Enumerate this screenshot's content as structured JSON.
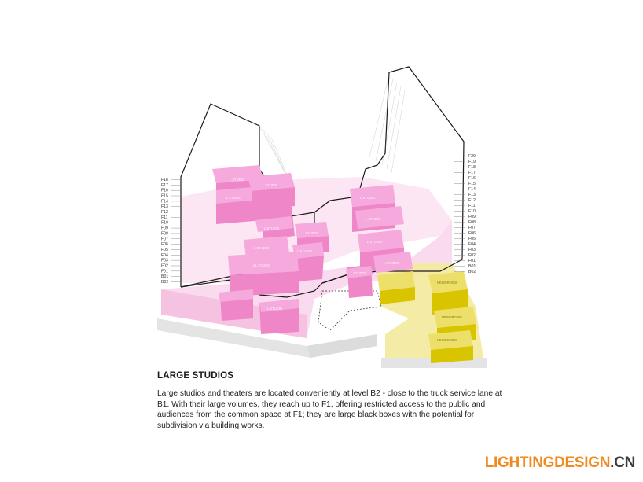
{
  "caption": {
    "title": "LARGE STUDIOS",
    "body": "Large studios and theaters are located conveniently at level B2 - close to the truck service lane at B1. With their large volumes, they reach up to F1, offering restricted access to the public and audiences from the common space at F1; they are large black boxes with the potential for subdivision via building works."
  },
  "watermark": {
    "main": "LIGHTINGDESIGN",
    "tld": ".CN"
  },
  "floors_left": [
    "F18",
    "F17",
    "F16",
    "F15",
    "F14",
    "F13",
    "F12",
    "F11",
    "F10",
    "F09",
    "F08",
    "F07",
    "F06",
    "F05",
    "F04",
    "F03",
    "F02",
    "F01",
    "B01",
    "B02"
  ],
  "floors_right": [
    "F20",
    "F19",
    "F18",
    "F17",
    "F16",
    "F15",
    "F14",
    "F13",
    "F12",
    "F11",
    "F10",
    "F09",
    "F08",
    "F07",
    "F06",
    "F05",
    "F04",
    "F03",
    "F02",
    "F01",
    "B01",
    "B02"
  ],
  "rooms": {
    "pink": [
      "L STUDIO",
      "L STUDIO",
      "L STUDIO",
      "L STUDIO",
      "L STUDIO",
      "L STUDIO",
      "L STUDIO",
      "L STUDIO",
      "L STUDIO",
      "L STUDIO",
      "XL STUDIO",
      "L STUDIO",
      "L STUDIO",
      "L STUDIO"
    ],
    "yellow": [
      "NEWSROOM",
      "NEWSROOM",
      "NEWSROOM"
    ]
  },
  "colors": {
    "pink_block": "#ee86c8",
    "pink_light": "#f9d6ec",
    "yellow_block": "#d9c400",
    "yellow_light": "#f3ea9c",
    "outline": "#1a1a1a",
    "watermark_orange": "#f08a1e"
  }
}
